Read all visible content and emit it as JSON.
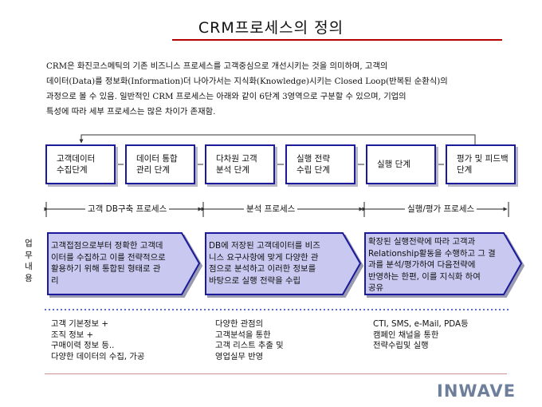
{
  "title": "CRM프로세스의 정의",
  "intro": [
    "CRM은 화진코스메틱의 기존 비즈니스 프로세스를 고객중심으로 개선시키는 것을 의미하며, 고객의",
    "데이터(Data)를 정보화(Information)더 나아가서는 지식화(Knowledge)시키는 Closed Loop(반복된 순환식)의",
    "과정으로 볼 수 있음. 일반적인 CRM 프로세스는 아래와 같이 6단계 3영역으로 구분할 수 있으며, 기업의",
    "특성에 따라 세부 프로세스는 많은 차이가 존재함."
  ],
  "steps": [
    "고객데이터\n수집단계",
    "데이터 통합\n관리 단계",
    "다차원 고객\n분석 단계",
    "실행 전략\n수립 단계",
    "실행 단계",
    "평가 및 피드백\n단계"
  ],
  "phases": [
    "고객 DB구축 프로세스",
    "분석 프로세스",
    "실행/평가 프로세스"
  ],
  "side_label": [
    "업",
    "무",
    "내",
    "용"
  ],
  "arrows": [
    [
      "고객접점으로부터 정확한 고객데",
      "이터를 수집하고 이를 전략적으로",
      "활용하기 위해 통합된 형태로 관",
      "리"
    ],
    [
      "DB에 저장된 고객데이터를 비즈",
      "니스 요구사항에 맞게 다양한 관",
      "점으로 분석하고 이러한 정보를",
      "바탕으로 실행 전략을 수립"
    ],
    [
      "확장된 실행전략에 따라 고객과",
      "Relationship활동을 수행하고 그 결",
      "과를 분석/평가하여 다음전략에",
      "반영하는 한편, 이를 지식화 하여",
      "공유"
    ]
  ],
  "details": [
    [
      "고객 기본정보 +",
      "조직 정보 +",
      "구매이력 정보 등..",
      "다양한 데이터의 수집, 가공"
    ],
    [
      "다양한 관점의",
      "고객분석을 통한",
      "고객 리스트 추출 및",
      "영업실무 반영"
    ],
    [
      "CTI, SMS, e-Mail, PDA등",
      "캠페인 채널을 통한",
      "전략수립및 실행"
    ]
  ],
  "logo": "INWAVE",
  "colors": {
    "accent_red": "#b40000",
    "box_border": "#1a1a9a",
    "arrow_fill": "#c8c8f0",
    "dotted": "#5a6fd8"
  }
}
